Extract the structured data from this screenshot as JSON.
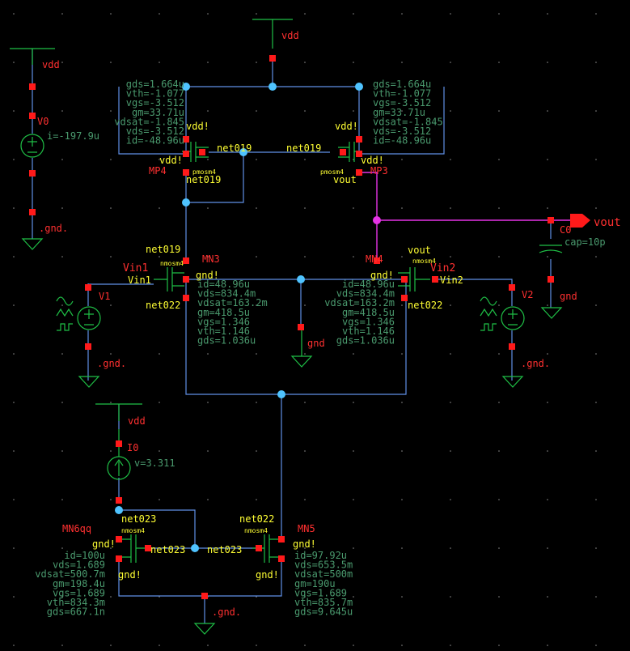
{
  "schematic": {
    "title": "",
    "supplies": {
      "vdd_label": "vdd",
      "gnd_label": "gnd",
      "gnd_label_dotted": ".gnd.",
      "gnd_label_short": "gnd"
    },
    "pins": {
      "vout_label": "vout",
      "vin1_label": "Vin1",
      "vin2_label": "Vin2"
    },
    "sources": {
      "v0": {
        "name": "V0",
        "param": "i=-197.9u"
      },
      "v1": {
        "name": "V1"
      },
      "v2": {
        "name": "V2"
      },
      "i0": {
        "name": "I0",
        "param": "v=3.311"
      }
    },
    "capacitor": {
      "name": "C0",
      "param": "cap=10p"
    },
    "mp4": {
      "name": "MP4",
      "model": "pmosm4",
      "bulk": "vdd!",
      "drain_net": "net019",
      "gate_net": "net019",
      "ops": [
        "gds=1.664u",
        "vth=-1.077",
        "vgs=-3.512",
        "gm=33.71u",
        "vdsat=-1.845",
        "vds=-3.512",
        "id=-48.96u"
      ]
    },
    "mp3": {
      "name": "MP3",
      "model": "pmosm4",
      "bulk": "vdd!",
      "drain_net": "vout",
      "gate_net": "net019",
      "ops": [
        "gds=1.664u",
        "vth=-1.077",
        "vgs=-3.512",
        "gm=33.71u",
        "vdsat=-1.845",
        "vds=-3.512",
        "id=-48.96u"
      ]
    },
    "mn3": {
      "name": "MN3",
      "model": "nmosm4",
      "bulk": "gnd!",
      "drain_net": "net019",
      "source_net": "net022",
      "ops": [
        "id=48.96u",
        "vds=834.4m",
        "vdsat=163.2m",
        "gm=418.5u",
        "vgs=1.346",
        "vth=1.146",
        "gds=1.036u"
      ]
    },
    "mn4": {
      "name": "MN4",
      "model": "nmosm4",
      "bulk": "gnd!",
      "drain_net": "vout",
      "source_net": "net022",
      "ops": [
        "id=48.96u",
        "vds=834.4m",
        "vdsat=163.2m",
        "gm=418.5u",
        "vgs=1.346",
        "vth=1.146",
        "gds=1.036u"
      ]
    },
    "mn6": {
      "name": "MN6qq",
      "model": "nmosm4",
      "bulk": "gnd!",
      "drain_net": "net023",
      "gate_net": "net023",
      "ops": [
        "id=100u",
        "vds=1.689",
        "vdsat=500.7m",
        "gm=198.4u",
        "vgs=1.689",
        "vth=834.3m",
        "gds=667.1n"
      ]
    },
    "mn5": {
      "name": "MN5",
      "model": "nmosm4",
      "bulk": "gnd!",
      "drain_net": "net022",
      "gate_net": "net023",
      "ops": [
        "id=97.92u",
        "vds=653.5m",
        "vdsat=500m",
        "gm=190u",
        "vgs=1.689",
        "vth=835.7m",
        "gds=9.645u"
      ]
    }
  }
}
